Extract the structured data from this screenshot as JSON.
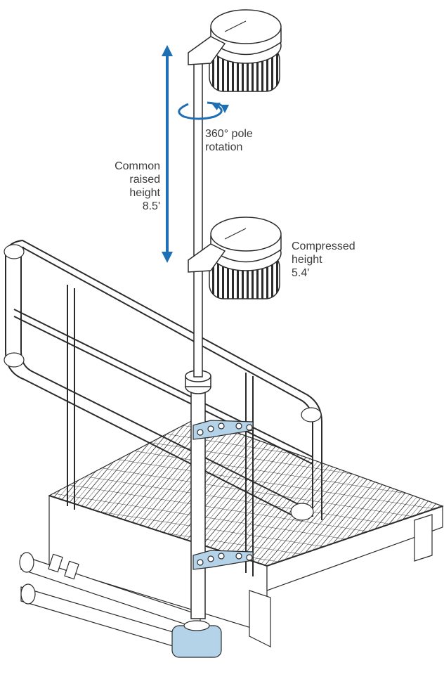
{
  "labels": {
    "raised": [
      "Common",
      "raised",
      "height",
      "8.5'"
    ],
    "rotation": [
      "360° pole",
      "rotation"
    ],
    "compressed": [
      "Compressed",
      "height",
      "5.4'"
    ]
  },
  "colors": {
    "annotation": "#1f6fb5",
    "bracket": "#b5d3e8",
    "line": "#2b2b2b"
  },
  "icons": [
    "double-arrow-icon",
    "rotation-arrow-icon"
  ]
}
